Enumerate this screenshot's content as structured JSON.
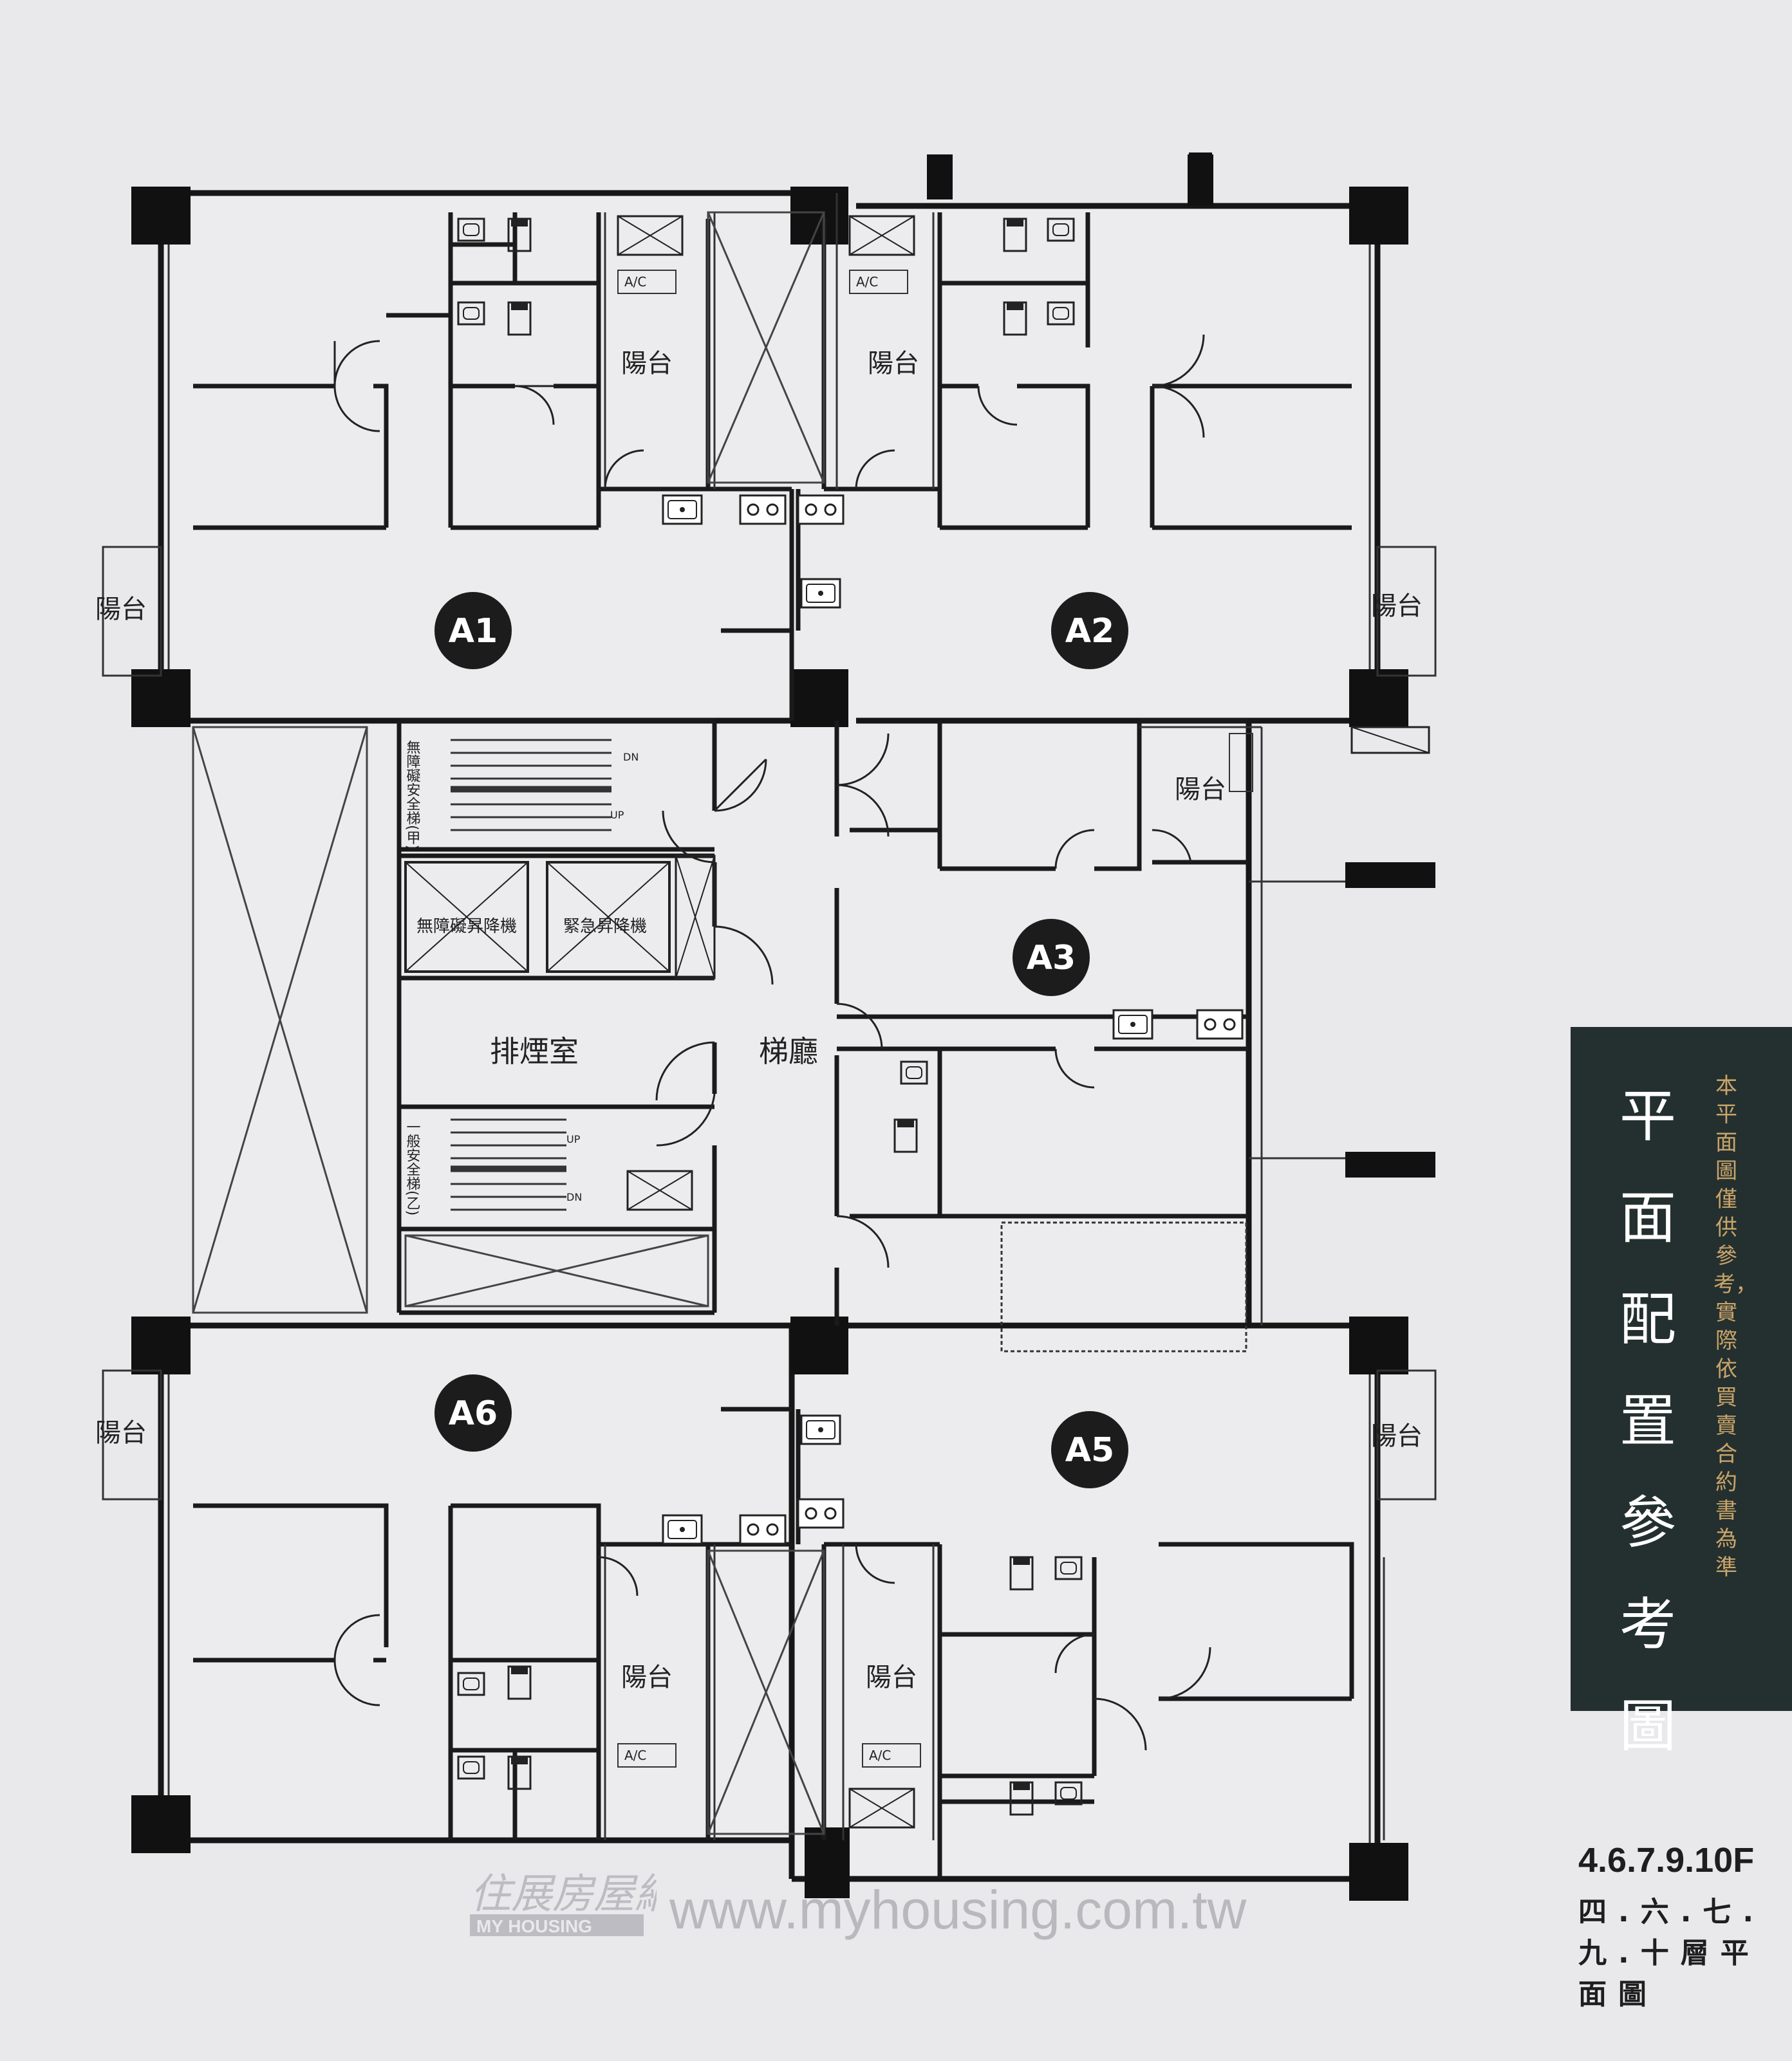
{
  "units": [
    "A1",
    "A2",
    "A3",
    "A5",
    "A6"
  ],
  "labels": {
    "balcony": "陽台",
    "lobby": "梯廳",
    "smoke_room": "排煙室",
    "elevator_accessible": "無障礙昇降機",
    "elevator_emergency": "緊急昇降機",
    "stair_a": "無障礙安全梯(甲)",
    "stair_b": "一般安全梯(乙)",
    "ac": "A/C",
    "dn": "DN",
    "up": "UP"
  },
  "panel": {
    "title": "平面配置參考圖",
    "note": "本平面圖僅供參考，實際依買賣合約書為準"
  },
  "floors": {
    "english": "4.6.7.9.10F",
    "chinese": "四.六.七.九.十層平面圖"
  },
  "watermark": {
    "brand_cn": "住展房屋網",
    "brand_en": "MY HOUSING",
    "url": "www.myhousing.com.tw"
  }
}
